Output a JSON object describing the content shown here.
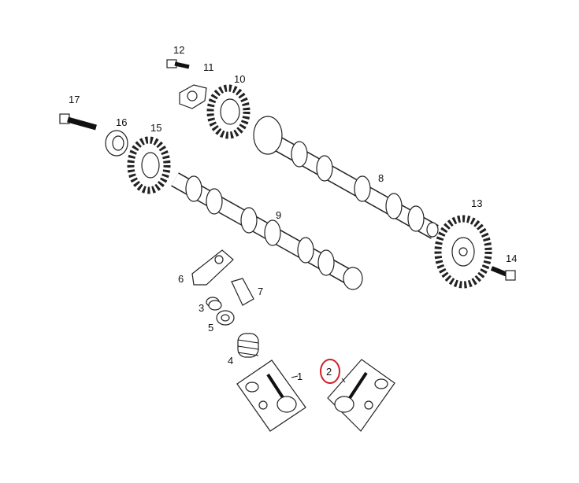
{
  "diagram": {
    "callouts": {
      "c1": "1",
      "c2": "2",
      "c3": "3",
      "c4": "4",
      "c5": "5",
      "c6": "6",
      "c7": "7",
      "c8": "8",
      "c9": "9",
      "c10": "10",
      "c11": "11",
      "c12": "12",
      "c13": "13",
      "c14": "14",
      "c15": "15",
      "c16": "16",
      "c17": "17"
    },
    "highlight_color": "#d0202a"
  }
}
